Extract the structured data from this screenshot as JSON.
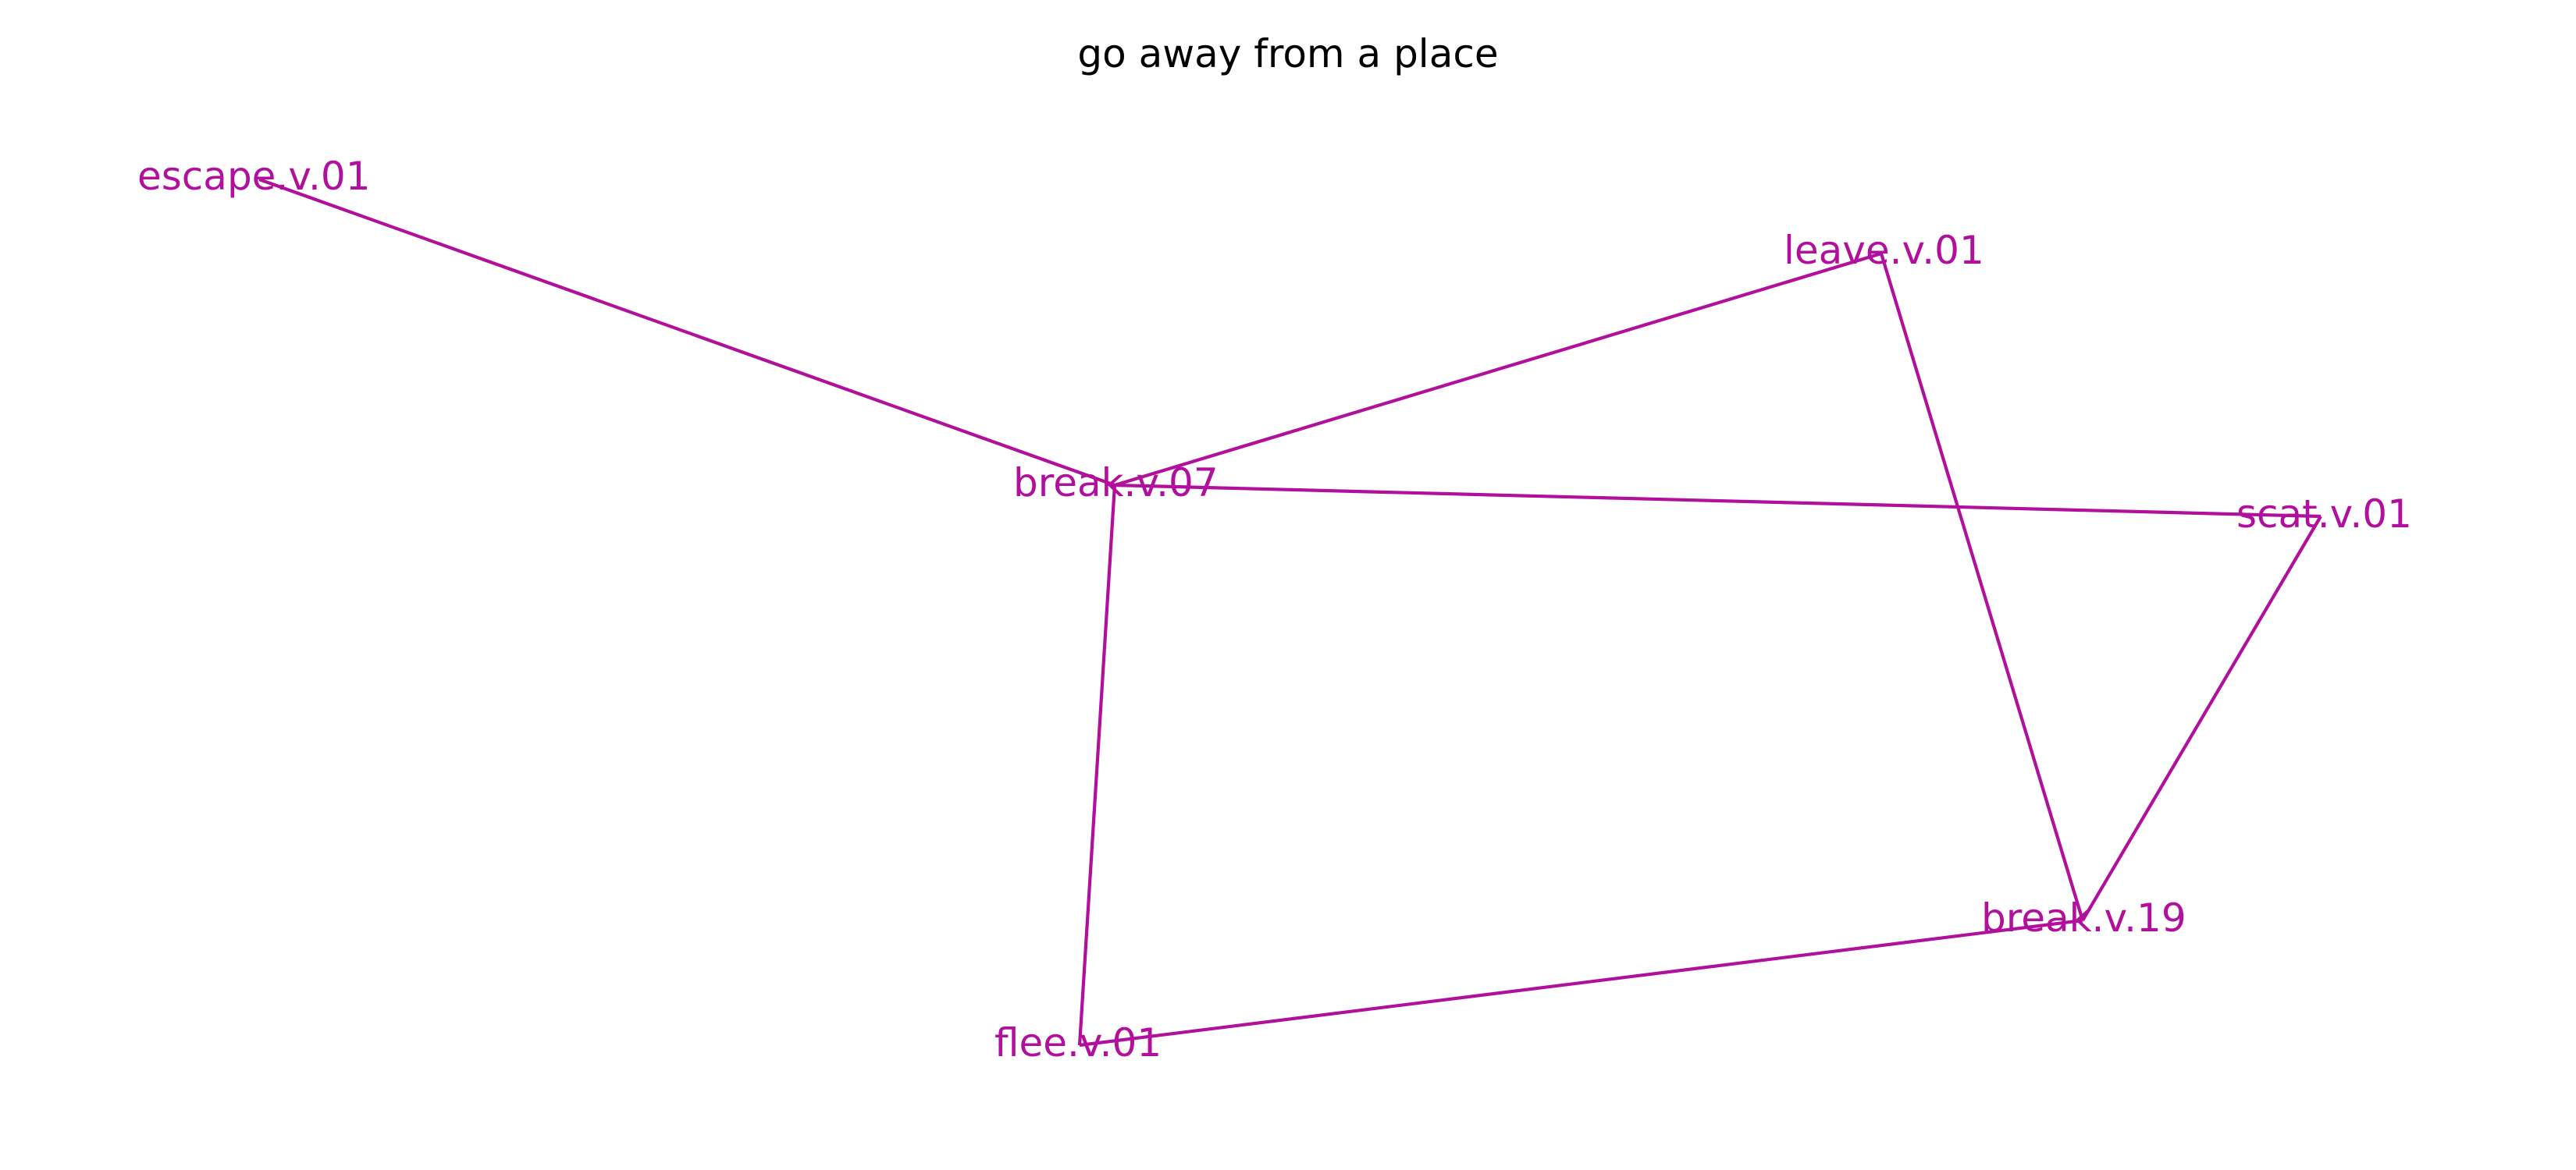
{
  "title": "go away from a place",
  "colors": {
    "title": "#000000",
    "node_label": "#b0109c",
    "edge": "#b0109c"
  },
  "nodes": [
    {
      "id": "escape",
      "label": "escape.v.01"
    },
    {
      "id": "leave",
      "label": "leave.v.01"
    },
    {
      "id": "break07",
      "label": "break.v.07"
    },
    {
      "id": "scat",
      "label": "scat.v.01"
    },
    {
      "id": "break19",
      "label": "break.v.19"
    },
    {
      "id": "flee",
      "label": "flee.v.01"
    }
  ],
  "edges": [
    {
      "from": "escape",
      "to": "break07"
    },
    {
      "from": "break07",
      "to": "leave"
    },
    {
      "from": "break07",
      "to": "scat"
    },
    {
      "from": "break07",
      "to": "flee"
    },
    {
      "from": "leave",
      "to": "break19"
    },
    {
      "from": "scat",
      "to": "break19"
    },
    {
      "from": "break19",
      "to": "flee"
    }
  ]
}
